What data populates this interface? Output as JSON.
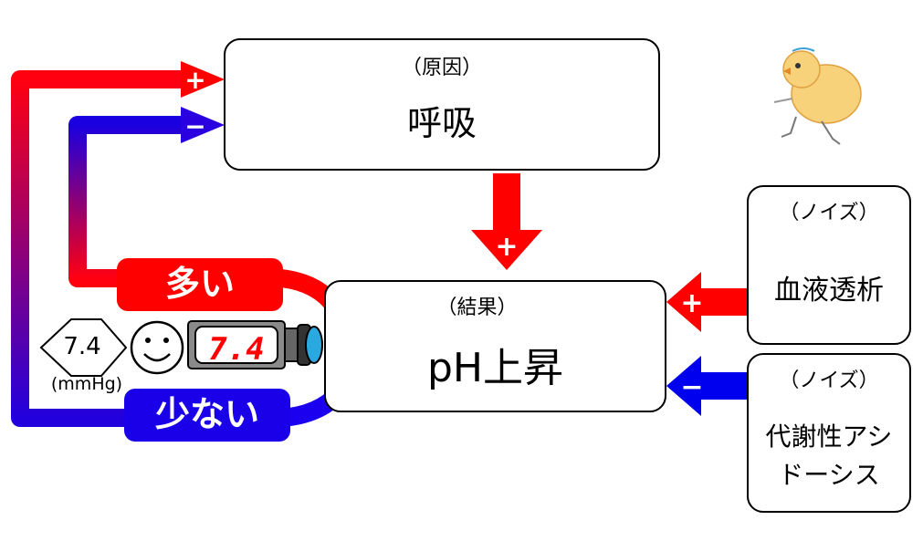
{
  "cause": {
    "tag": "（原因）",
    "label": "呼吸"
  },
  "result": {
    "tag": "（結果）",
    "label": "pH上昇"
  },
  "noise1": {
    "tag": "（ノイズ）",
    "label": "血液透析"
  },
  "noise2": {
    "tag": "（ノイズ）",
    "label_line1": "代謝性アシ",
    "label_line2": "ドーシス"
  },
  "signs": {
    "plus": "+",
    "minus": "−"
  },
  "feedback": {
    "many": "多い",
    "few": "少ない"
  },
  "setpoint": {
    "value": "7.4",
    "unit": "(mmHg)"
  },
  "meter": {
    "reading": "7.4"
  },
  "colors": {
    "red": "#ff0000",
    "blue": "#0000ee",
    "purple": "#5a0e9e"
  }
}
